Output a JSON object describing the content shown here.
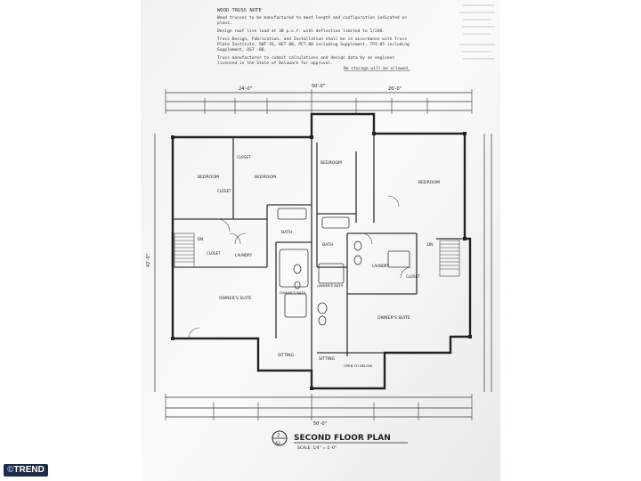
{
  "notes": {
    "truss_title": "WOOD TRUSS NOTE",
    "lines": [
      "Wood trusses to be manufactured to meet length and configuration indicated on",
      "plans.",
      "Design roof live load at 30 p.s.f. with deflection limited to 1/240.",
      "Truss Design, Fabrication, and Installation shall be in accordance with Truss",
      "Plate Institute, SWT-76, HET-80, PCT-80 including Supplement, TPI-85 including",
      "Supplement, QST -88.",
      "Truss manufacturer to submit calculations and design data by an engineer",
      "licensed in the State of Delaware for approval."
    ],
    "storage_warning": "No storage will be allowed."
  },
  "rooms": {
    "bedroom_1": "BEDROOM",
    "bedroom_2": "BEDROOM",
    "bedroom_3": "BEDROOM",
    "bedroom_4": "BEDROOM",
    "closet_1": "CLOSET",
    "closet_2": "CLOSET",
    "closet_3": "CLOSET",
    "closet_4": "CLOSET",
    "bath_1": "BATH",
    "bath_2": "BATH",
    "laundry_1": "LAUNDRY",
    "laundry_2": "LAUNDRY",
    "owners_suite_1": "OWNER'S SUITE",
    "owners_suite_2": "OWNER'S SUITE",
    "owners_bath_1": "OWNER'S BATH",
    "owners_bath_2": "OWNER'S BATH",
    "sitting_1": "SITTING",
    "sitting_2": "SITTING",
    "open_to_below": "OPEN TO BELOW",
    "dn_1": "DN",
    "dn_2": "DN"
  },
  "dimensions": {
    "overall_top": "50'-0\"",
    "left_half": "24'-0\"",
    "right_half": "26'-0\"",
    "bottom_overall": "50'-0\"",
    "side_depth": "42'-0\""
  },
  "title_block": {
    "marker_top": "2",
    "marker_bottom": "A2",
    "title": "SECOND FLOOR PLAN",
    "scale": "SCALE: 1/4\" = 1'-0\""
  },
  "watermark": {
    "brand": "TREND",
    "prefix": "©"
  }
}
